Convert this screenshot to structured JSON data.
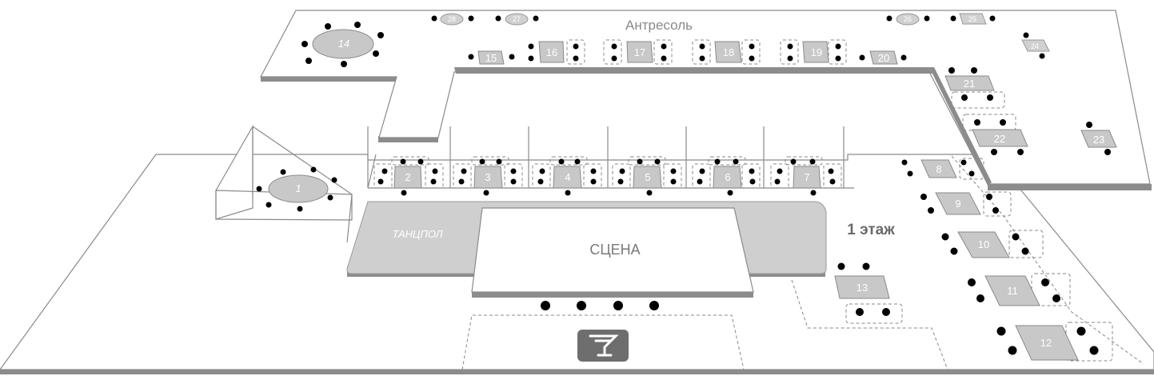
{
  "labels": {
    "mezzanine": "Антресоль",
    "floor1": "1 этаж",
    "dancefloor": "ТАНЦПОЛ",
    "stage": "СЦЕНА"
  },
  "bar": {
    "icon": "cocktail-glass-icon"
  },
  "tables": {
    "t1": "1",
    "t2": "2",
    "t3": "3",
    "t4": "4",
    "t5": "5",
    "t6": "6",
    "t7": "7",
    "t8": "8",
    "t9": "9",
    "t10": "10",
    "t11": "11",
    "t12": "12",
    "t13": "13",
    "t14": "14",
    "t15": "15",
    "t16": "16",
    "t17": "17",
    "t18": "18",
    "t19": "19",
    "t20": "20",
    "t21": "21",
    "t22": "22",
    "t23": "23",
    "t24": "24",
    "t25": "25",
    "t26": "26",
    "t27": "27",
    "t28": "28"
  },
  "colors": {
    "table_fill": "#c8c8c8",
    "table_stroke": "#8a8a8a",
    "seat": "#000000",
    "floor_stroke": "#8a8a8a",
    "floor_shadow": "#8c8c8c",
    "bar_icon_bg": "#6e6e6e"
  }
}
